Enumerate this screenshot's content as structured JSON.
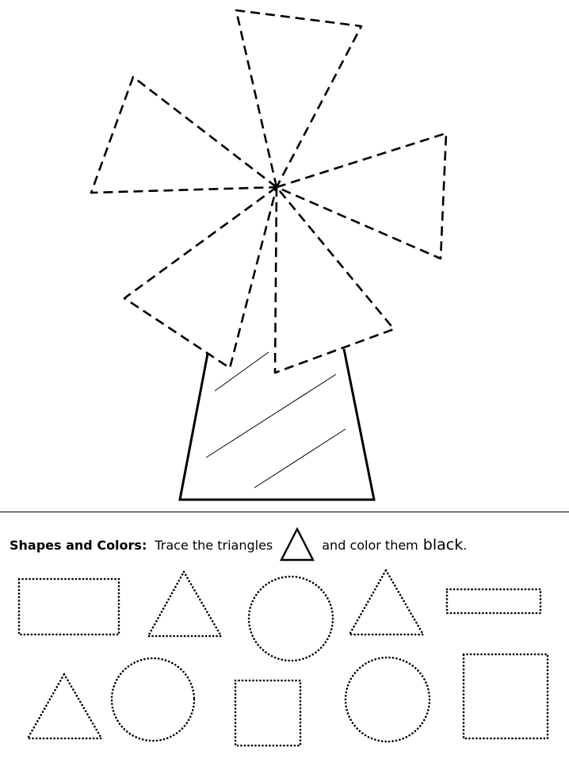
{
  "instruction": {
    "lead": "Shapes and Colors:",
    "text_before": "Trace the triangles",
    "text_after": "and color them",
    "color_word": "black",
    "end": ".",
    "icon": "triangle-icon"
  },
  "windmill": {
    "stroke_color": "#000000",
    "blade_count": 5,
    "style": "dashed"
  },
  "practice_shapes": {
    "style": "dotted",
    "row1": [
      "rectangle",
      "triangle",
      "circle",
      "triangle",
      "rectangle"
    ],
    "row2": [
      "triangle",
      "circle",
      "square",
      "circle",
      "square"
    ]
  }
}
